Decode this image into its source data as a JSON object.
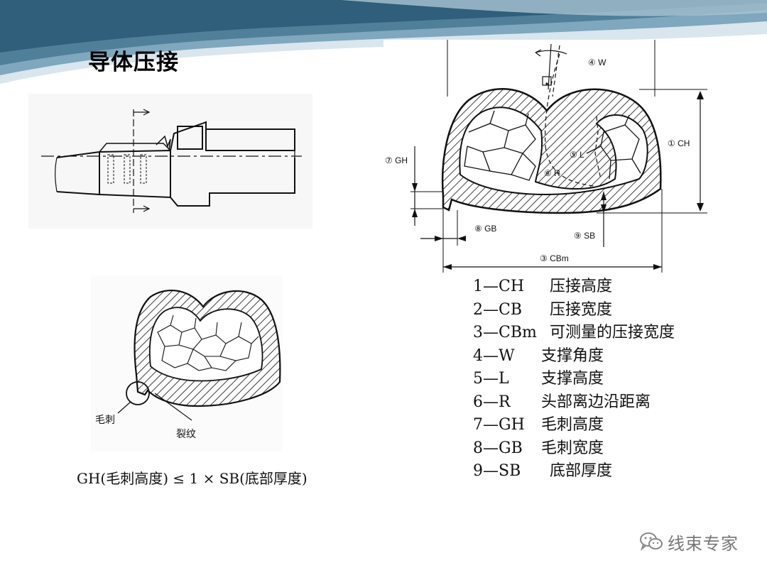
{
  "slide": {
    "title": "导体压接"
  },
  "figure_main": {
    "labels": {
      "w": "④ W",
      "ch": "① CH",
      "gh": "⑦ GH",
      "l": "⑤ L",
      "r": "⑥ R",
      "gb": "⑧ GB",
      "sb": "⑨ SB",
      "cbm": "③ CBm"
    }
  },
  "figure_defect": {
    "labels": {
      "burr": "毛刺",
      "crack": "裂纹"
    }
  },
  "legend": [
    {
      "code": "1—CH",
      "desc": "压接高度"
    },
    {
      "code": "2—CB",
      "desc": "压接宽度"
    },
    {
      "code": "3—CBm",
      "desc": "可测量的压接宽度"
    },
    {
      "code": "4—W",
      "desc": "支撑角度"
    },
    {
      "code": "5—L",
      "desc": "支撑高度"
    },
    {
      "code": "6—R",
      "desc": "头部离边沿距离"
    },
    {
      "code": "7—GH",
      "desc": "毛刺高度"
    },
    {
      "code": "8—GB",
      "desc": "毛刺宽度"
    },
    {
      "code": "9—SB",
      "desc": "底部厚度"
    }
  ],
  "formula": "GH(毛刺高度) ≤ 1 × SB(底部厚度)",
  "watermark": {
    "text": "线束专家",
    "icon": "wechat-icon"
  },
  "colors": {
    "band_dark": "#4f7f99",
    "band_light": "#cfdfe8",
    "ink": "#111111"
  }
}
